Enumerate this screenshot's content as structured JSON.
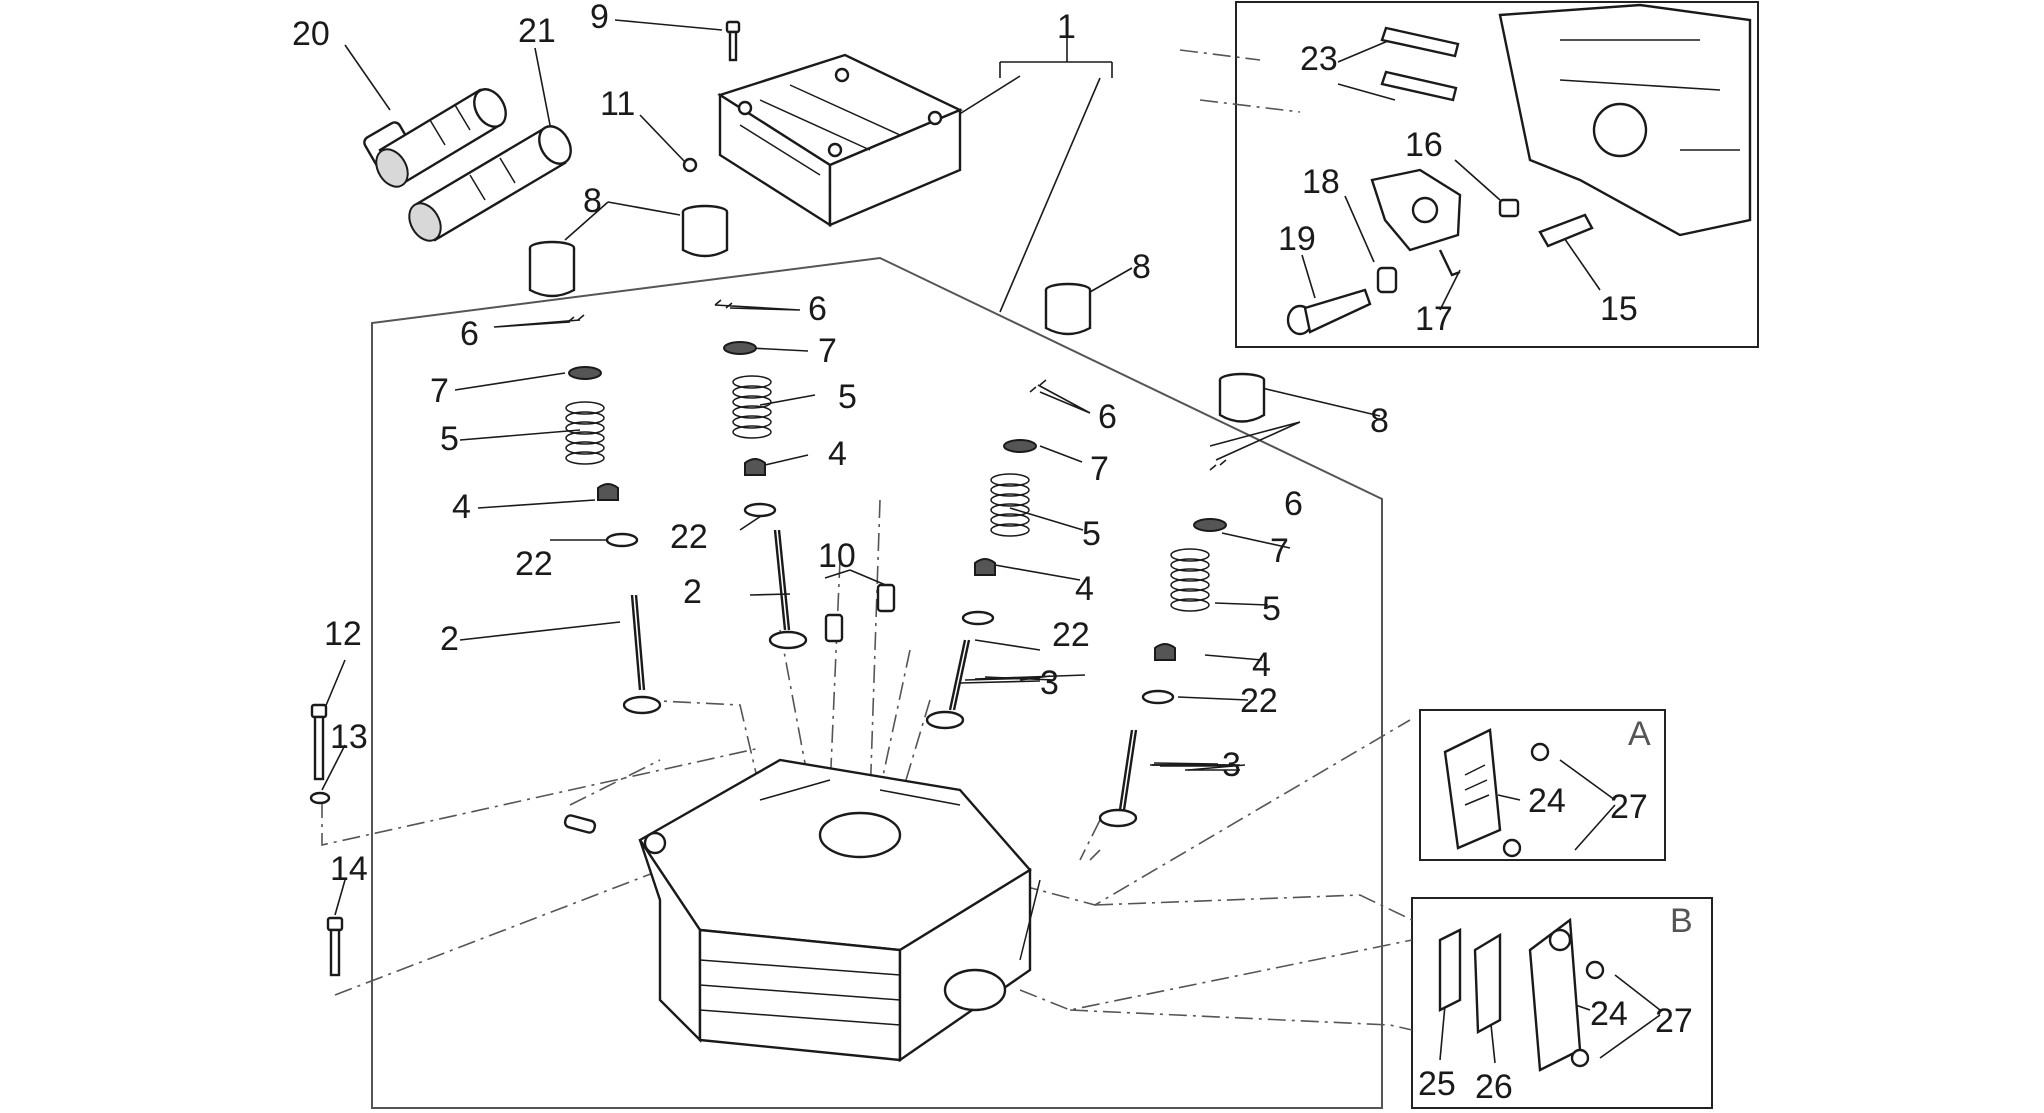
{
  "diagram": {
    "callouts": [
      "1",
      "2",
      "3",
      "4",
      "5",
      "6",
      "7",
      "8",
      "9",
      "10",
      "11",
      "12",
      "13",
      "14",
      "15",
      "16",
      "17",
      "18",
      "19",
      "20",
      "21",
      "22",
      "23",
      "24",
      "25",
      "26",
      "27"
    ],
    "inset_labels": {
      "a": "A",
      "b": "B"
    },
    "colors": {
      "line": "#1a1a1a",
      "frame": "#555555",
      "background": "#ffffff"
    }
  }
}
